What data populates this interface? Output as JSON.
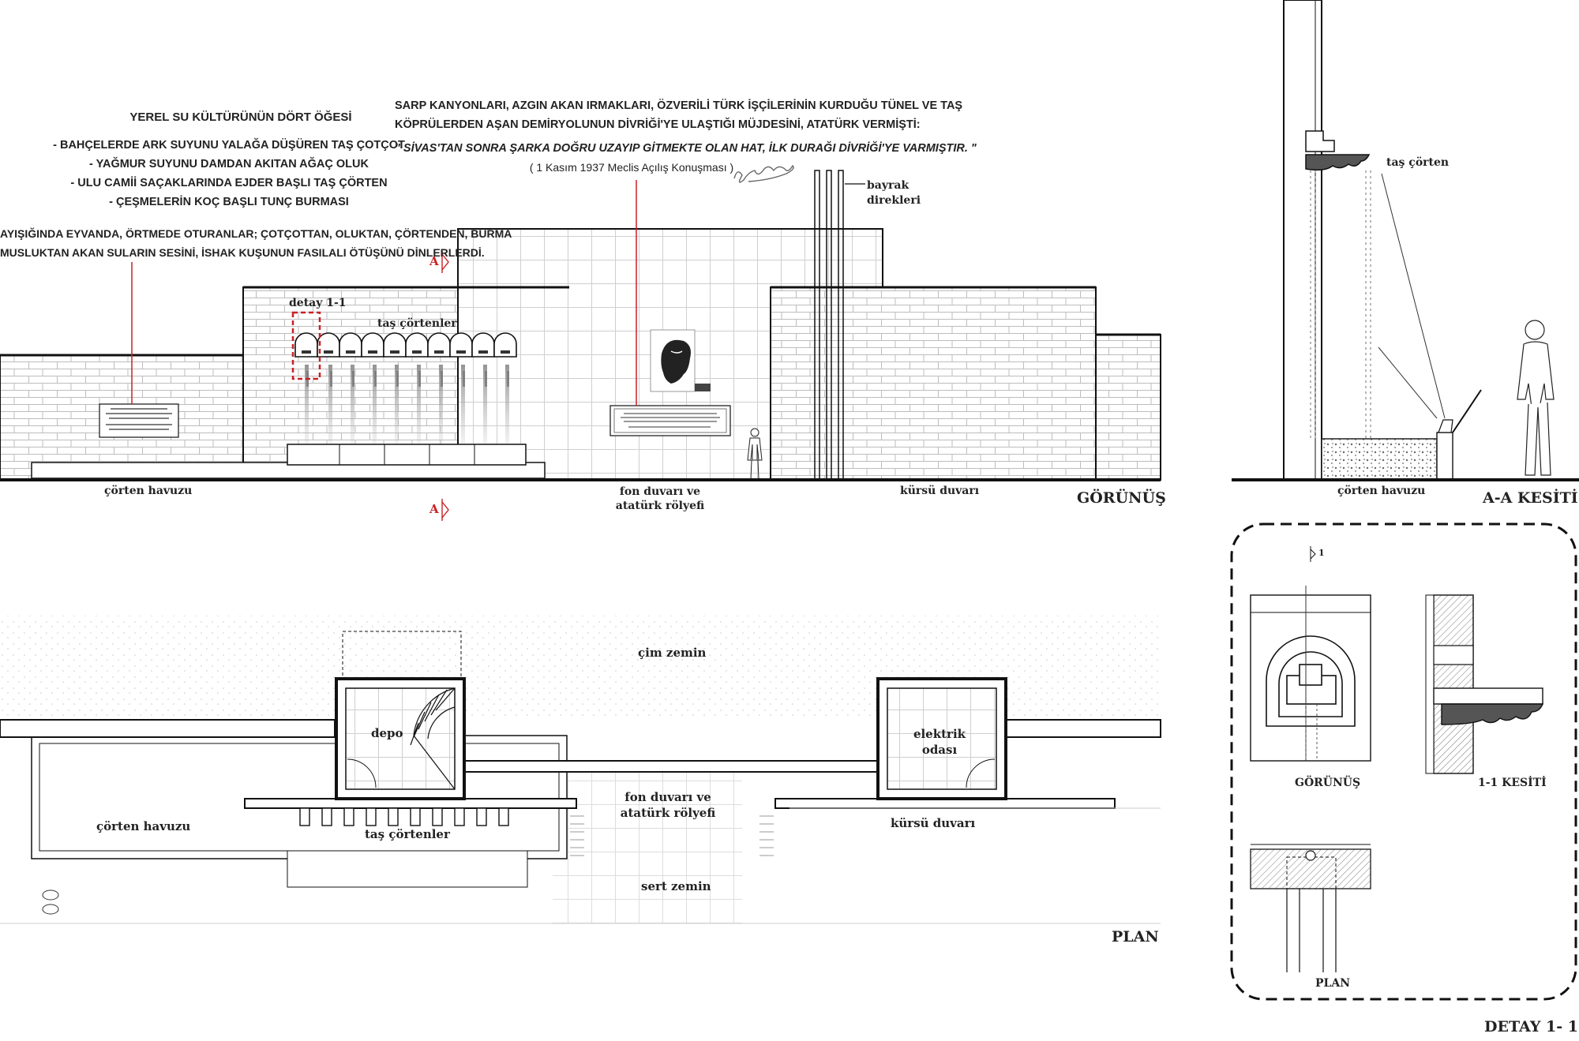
{
  "elevation": {
    "title": "GÖRÜNÜŞ",
    "section_marker": "A",
    "detail_marker": "detay 1-1",
    "spouts_label": "taş çörtenler",
    "flagpoles_label": [
      "bayrak",
      "direkleri"
    ],
    "pool_label": "çörten havuzu",
    "wall_label": [
      "fon duvarı ve",
      "atatürk rölyefi"
    ],
    "podium_label": "kürsü duvarı"
  },
  "left_text": {
    "heading": "YEREL SU KÜLTÜRÜNÜN DÖRT ÖĞESİ",
    "items": [
      "-  BAHÇELERDE ARK SUYUNU YALAĞA DÜŞÜREN TAŞ ÇOTÇOT",
      "-  YAĞMUR SUYUNU DAMDAN AKITAN AĞAÇ OLUK",
      "-  ULU CAMİİ SAÇAKLARINDA EJDER BAŞLI TAŞ ÇÖRTEN",
      "-  ÇEŞMELERİN KOÇ BAŞLI TUNÇ BURMASI"
    ],
    "paragraph": [
      "AYIŞIĞINDA EYVANDA, ÖRTMEDE OTURANLAR; ÇOTÇOTTAN, OLUKTAN, ÇÖRTENDEN, BURMA",
      "MUSLUKTAN AKAN SULARIN SESİNİ, İSHAK KUŞUNUN FASILALI ÖTÜŞÜNÜ DİNLERLERDİ."
    ]
  },
  "center_text": {
    "lines": [
      "SARP KANYONLARI, AZGIN AKAN IRMAKLARI, ÖZVERİLİ TÜRK İŞÇİLERİNİN KURDUĞU TÜNEL VE TAŞ",
      "KÖPRÜLERDEN AŞAN DEMİRYOLUNUN DİVRİĞİ'YE ULAŞTIĞI MÜJDESİNİ, ATATÜRK VERMİŞTİ:"
    ],
    "quote": "\" SİVAS'TAN SONRA ŞARKA DOĞRU UZAYIP GİTMEKTE OLAN HAT, İLK DURAĞI DİVRİĞİ'YE VARMIŞTIR. \"",
    "source": "( 1 Kasım 1937 Meclis Açılış Konuşması )"
  },
  "section_aa": {
    "title": "A-A KESİTİ",
    "spout_label": "taş çörten",
    "pool_label": "çörten havuzu"
  },
  "plan": {
    "title": "PLAN",
    "lawn": "çim zemin",
    "storage": "depo",
    "electric": [
      "elektrik",
      "odası"
    ],
    "pool": "çörten havuzu",
    "spouts": "taş çörtenler",
    "wall": [
      "fon duvarı ve",
      "atatürk rölyefi"
    ],
    "podium": "kürsü duvarı",
    "hard_ground": "sert zemin"
  },
  "detail": {
    "title": "DETAY 1- 1",
    "marker": "1",
    "elevation": "GÖRÜNÜŞ",
    "section": "1-1 KESİTİ",
    "plan": "PLAN"
  },
  "colors": {
    "accent_red": "#c82127",
    "line": "#111111",
    "grid": "#b8b8b8"
  }
}
